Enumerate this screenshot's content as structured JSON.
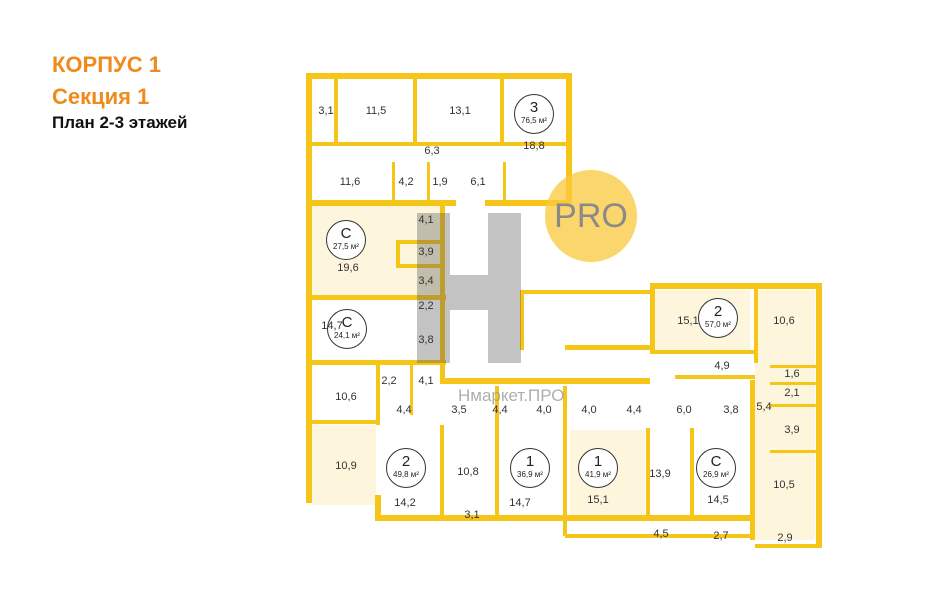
{
  "header": {
    "building": "КОРПУС 1",
    "section": "Секция 1",
    "plan": "План 2-3 этажей"
  },
  "watermark": {
    "pro": "PRO",
    "site": "Нмаркет.ПРО"
  },
  "colors": {
    "wall": "#f5c518",
    "title": "#f08a1c"
  },
  "apartments": [
    {
      "rooms": "3",
      "area": "76,5 м²"
    },
    {
      "rooms": "С",
      "area": "27,5 м²"
    },
    {
      "rooms": "С",
      "area": "24,1 м²"
    },
    {
      "rooms": "2",
      "area": "57,0 м²"
    },
    {
      "rooms": "2",
      "area": "49,8 м²"
    },
    {
      "rooms": "1",
      "area": "36,9 м²"
    },
    {
      "rooms": "1",
      "area": "41,9 м²"
    },
    {
      "rooms": "С",
      "area": "26,9 м²"
    }
  ],
  "room_areas": [
    "3,1",
    "11,5",
    "13,1",
    "6,3",
    "18,8",
    "11,6",
    "4,2",
    "1,9",
    "6,1",
    "4,1",
    "3,9",
    "3,4",
    "2,2",
    "3,8",
    "19,6",
    "14,7",
    "2,2",
    "4,1",
    "10,6",
    "4,4",
    "3,5",
    "4,4",
    "4,0",
    "4,0",
    "4,4",
    "6,0",
    "3,8",
    "5,4",
    "1,6",
    "2,1",
    "3,9",
    "4,9",
    "15,1",
    "10,6",
    "10,9",
    "14,2",
    "10,8",
    "3,1",
    "14,7",
    "15,1",
    "13,9",
    "14,5",
    "10,5",
    "4,5",
    "2,7",
    "2,9"
  ]
}
